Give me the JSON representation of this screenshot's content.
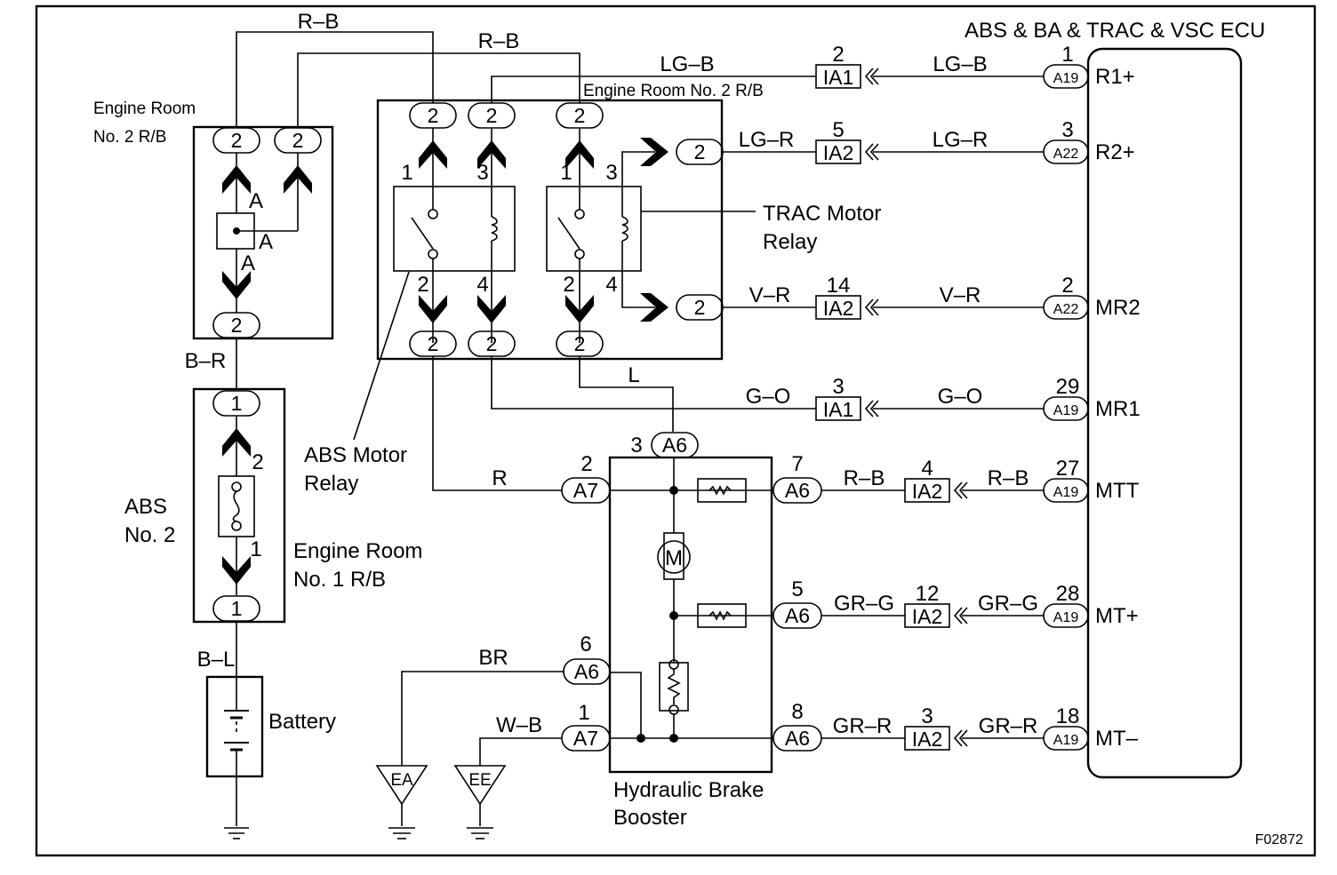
{
  "title": "ABS & BA & TRAC & VSC ECU",
  "figure_id": "F02872",
  "components": {
    "er2_left": [
      "Engine Room",
      "No. 2 R/B"
    ],
    "er2_center": "Engine Room No. 2 R/B",
    "abs_no2": [
      "ABS",
      "No. 2"
    ],
    "er1": [
      "Engine Room",
      "No. 1 R/B"
    ],
    "abs_motor_relay": [
      "ABS Motor",
      "Relay"
    ],
    "trac_motor_relay": [
      "TRAC Motor",
      "Relay"
    ],
    "battery": "Battery",
    "booster": [
      "Hydraulic Brake",
      "Booster"
    ],
    "motor": "M",
    "ground_ea": "EA",
    "ground_ee": "EE"
  },
  "wires": {
    "rb_top": "R–B",
    "rb_second": "R–B",
    "lgb": "LG–B",
    "br_er": "B–R",
    "bl": "B–L",
    "r_abs": "R",
    "l_trac": "L",
    "br": "BR",
    "wb": "W–B"
  },
  "pins": {
    "p2": "2",
    "p1": "1",
    "p3": "3",
    "p4": "4",
    "node_a": "A"
  },
  "ecu_rows": [
    {
      "terminal": "R1+",
      "ecu_pin": "1",
      "ecu_conn": "A19",
      "junction_pin": "2",
      "junction": "IA1",
      "wire_left": "LG–B",
      "wire_right": "LG–B"
    },
    {
      "terminal": "R2+",
      "ecu_pin": "3",
      "ecu_conn": "A22",
      "junction_pin": "5",
      "junction": "IA2",
      "wire_left": "LG–R",
      "wire_right": "LG–R"
    },
    {
      "terminal": "MR2",
      "ecu_pin": "2",
      "ecu_conn": "A22",
      "junction_pin": "14",
      "junction": "IA2",
      "wire_left": "V–R",
      "wire_right": "V–R"
    },
    {
      "terminal": "MR1",
      "ecu_pin": "29",
      "ecu_conn": "A19",
      "junction_pin": "3",
      "junction": "IA1",
      "wire_left": "G–O",
      "wire_right": "G–O"
    },
    {
      "terminal": "MTT",
      "ecu_pin": "27",
      "ecu_conn": "A19",
      "junction_pin": "4",
      "junction": "IA2",
      "wire_left": "R–B",
      "wire_right": "R–B"
    },
    {
      "terminal": "MT+",
      "ecu_pin": "28",
      "ecu_conn": "A19",
      "junction_pin": "12",
      "junction": "IA2",
      "wire_left": "GR–G",
      "wire_right": "GR–G"
    },
    {
      "terminal": "MT–",
      "ecu_pin": "18",
      "ecu_conn": "A19",
      "junction_pin": "3",
      "junction": "IA2",
      "wire_left": "GR–R",
      "wire_right": "GR–R"
    }
  ],
  "booster_pins": [
    {
      "pin": "3",
      "conn": "A6"
    },
    {
      "pin": "2",
      "conn": "A7"
    },
    {
      "pin": "7",
      "conn": "A6"
    },
    {
      "pin": "5",
      "conn": "A6"
    },
    {
      "pin": "6",
      "conn": "A6"
    },
    {
      "pin": "1",
      "conn": "A7"
    },
    {
      "pin": "8",
      "conn": "A6"
    }
  ]
}
